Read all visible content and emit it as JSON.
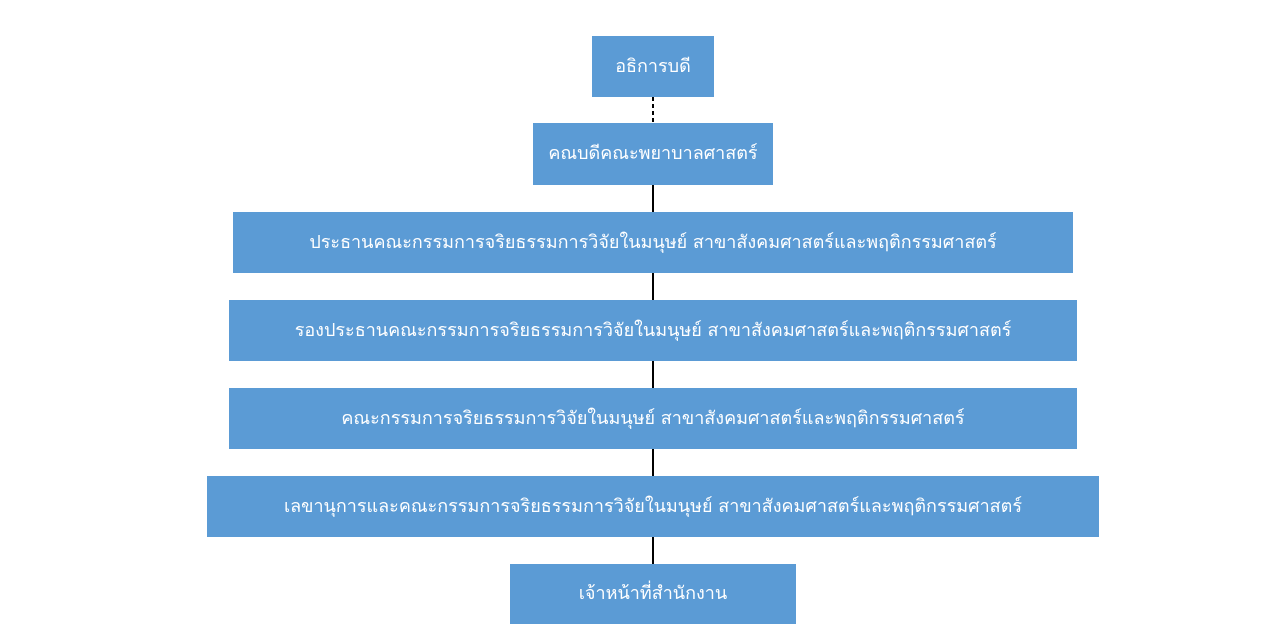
{
  "org_chart": {
    "nodes": [
      {
        "label": "อธิการบดี"
      },
      {
        "label": "คณบดีคณะพยาบาลศาสตร์"
      },
      {
        "label": "ประธานคณะกรรมการจริยธรรมการวิจัยในมนุษย์ สาขาสังคมศาสตร์และพฤติกรรมศาสตร์"
      },
      {
        "label": "รองประธานคณะกรรมการจริยธรรมการวิจัยในมนุษย์ สาขาสังคมศาสตร์และพฤติกรรมศาสตร์"
      },
      {
        "label": "คณะกรรมการจริยธรรมการวิจัยในมนุษย์ สาขาสังคมศาสตร์และพฤติกรรมศาสตร์"
      },
      {
        "label": "เลขานุการและคณะกรรมการจริยธรรมการวิจัยในมนุษย์ สาขาสังคมศาสตร์และพฤติกรรมศาสตร์"
      },
      {
        "label": "เจ้าหน้าที่สำนักงาน"
      }
    ],
    "colors": {
      "box_fill": "#5b9bd5",
      "box_text": "#ffffff",
      "connector": "#000000"
    }
  }
}
